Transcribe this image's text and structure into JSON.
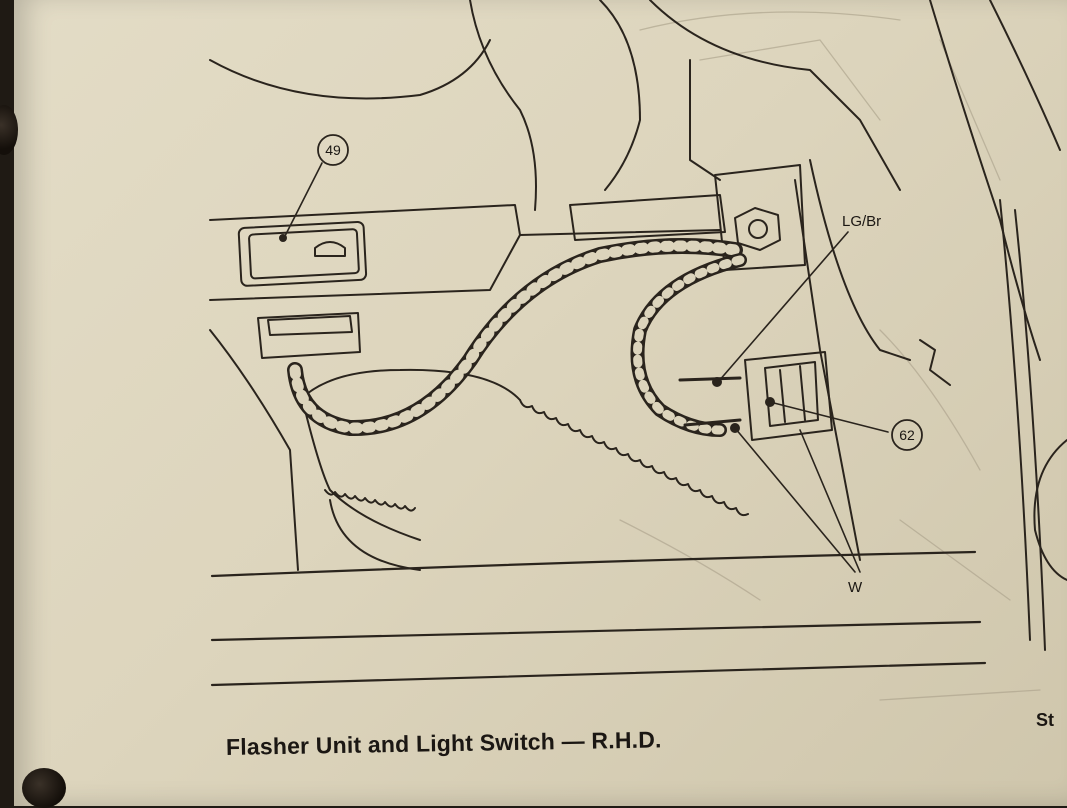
{
  "diagram": {
    "callouts": {
      "c49": "49",
      "c62": "62"
    },
    "labels": {
      "lgbr": "LG/Br",
      "w": "W"
    }
  },
  "caption": "Flasher Unit and Light Switch — R.H.D.",
  "corner_text": "St"
}
